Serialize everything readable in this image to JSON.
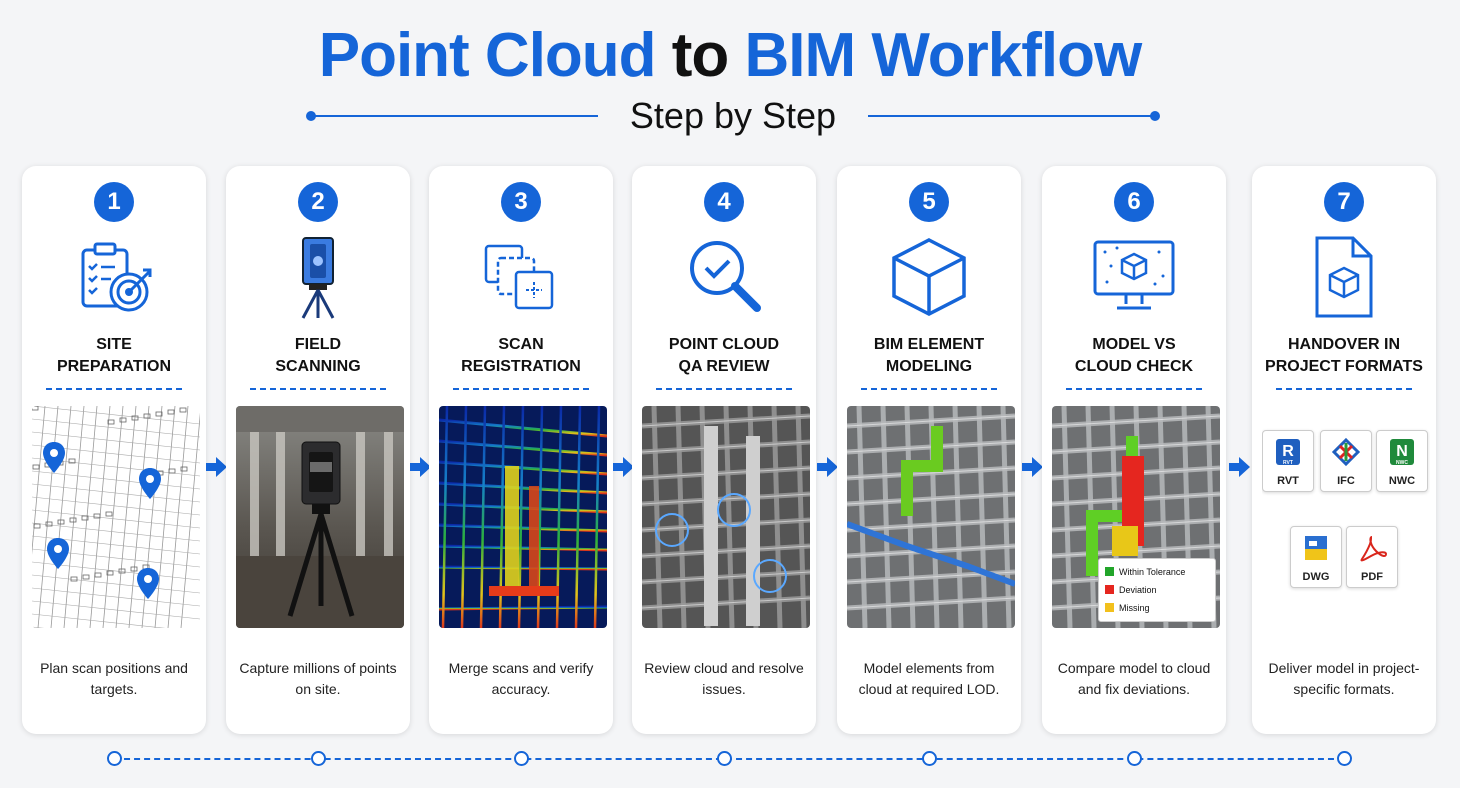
{
  "header": {
    "title_part1": "Point Cloud",
    "title_part2": "to",
    "title_part3": "BIM Workflow",
    "subtitle": "Step by Step"
  },
  "colors": {
    "accent": "#1565d8",
    "text": "#111111",
    "background": "#f4f5f7"
  },
  "steps": [
    {
      "number": "1",
      "title": "SITE\nPREPARATION",
      "icon": "clipboard-target-icon",
      "image": "floor-plan-with-scan-markers",
      "description": "Plan scan positions and targets."
    },
    {
      "number": "2",
      "title": "FIELD\nSCANNING",
      "icon": "laser-scanner-icon",
      "image": "scanner-on-tripod-in-hall",
      "description": "Capture millions of points on site."
    },
    {
      "number": "3",
      "title": "SCAN\nREGISTRATION",
      "icon": "overlapping-scans-icon",
      "image": "colorized-point-cloud",
      "description": "Merge scans and verify accuracy."
    },
    {
      "number": "4",
      "title": "POINT CLOUD\nQA REVIEW",
      "icon": "magnifier-check-icon",
      "image": "grayscale-point-cloud-with-issues",
      "description": "Review cloud and resolve issues."
    },
    {
      "number": "5",
      "title": "BIM ELEMENT\nMODELING",
      "icon": "cube-icon",
      "image": "modeled-pipes",
      "description": "Model elements from cloud at required LOD."
    },
    {
      "number": "6",
      "title": "MODEL VS\nCLOUD CHECK",
      "icon": "monitor-cube-icon",
      "image": "deviation-check",
      "description": "Compare model to cloud and fix deviations.",
      "legend": [
        {
          "label": "Within Tolerance",
          "color": "#22a52a"
        },
        {
          "label": "Deviation",
          "color": "#e5261f"
        },
        {
          "label": "Missing",
          "color": "#f2c01c"
        }
      ]
    },
    {
      "number": "7",
      "title": "HANDOVER IN\nPROJECT FORMATS",
      "icon": "document-cube-icon",
      "image": "format-file-icons",
      "description": "Deliver model in project-specific formats.",
      "formats": [
        {
          "name": "RVT",
          "glyph": "R",
          "sub": "RVT",
          "color": "#1f5fbf"
        },
        {
          "name": "IFC",
          "glyph": "",
          "sub": "",
          "color": "#ffffff"
        },
        {
          "name": "NWC",
          "glyph": "N",
          "sub": "NWC",
          "color": "#1f8a3b"
        },
        {
          "name": "DWG",
          "glyph": "",
          "sub": "",
          "color": "#ffffff"
        },
        {
          "name": "PDF",
          "glyph": "",
          "sub": "",
          "color": "#ffffff"
        }
      ]
    }
  ]
}
